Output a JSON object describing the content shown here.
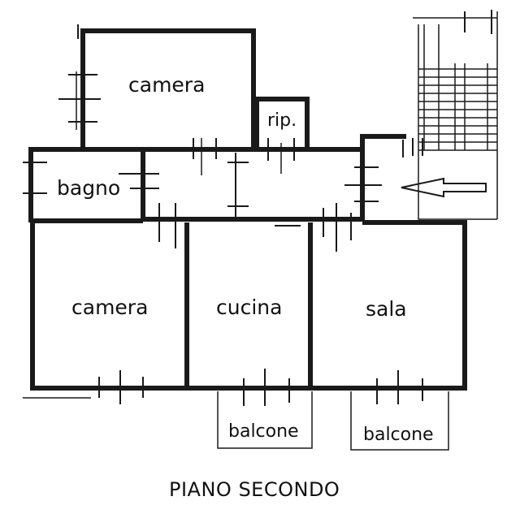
{
  "rooms": {
    "camera_top": "camera",
    "ripostiglio": "rip.",
    "bagno": "bagno",
    "camera_left": "camera",
    "cucina": "cucina",
    "sala": "sala"
  },
  "balconies": {
    "left": "balcone",
    "right": "balcone"
  },
  "caption": "PIANO SECONDO",
  "icons": {
    "entrance": "entrance-arrow-icon",
    "stairs": "staircase-icon"
  }
}
